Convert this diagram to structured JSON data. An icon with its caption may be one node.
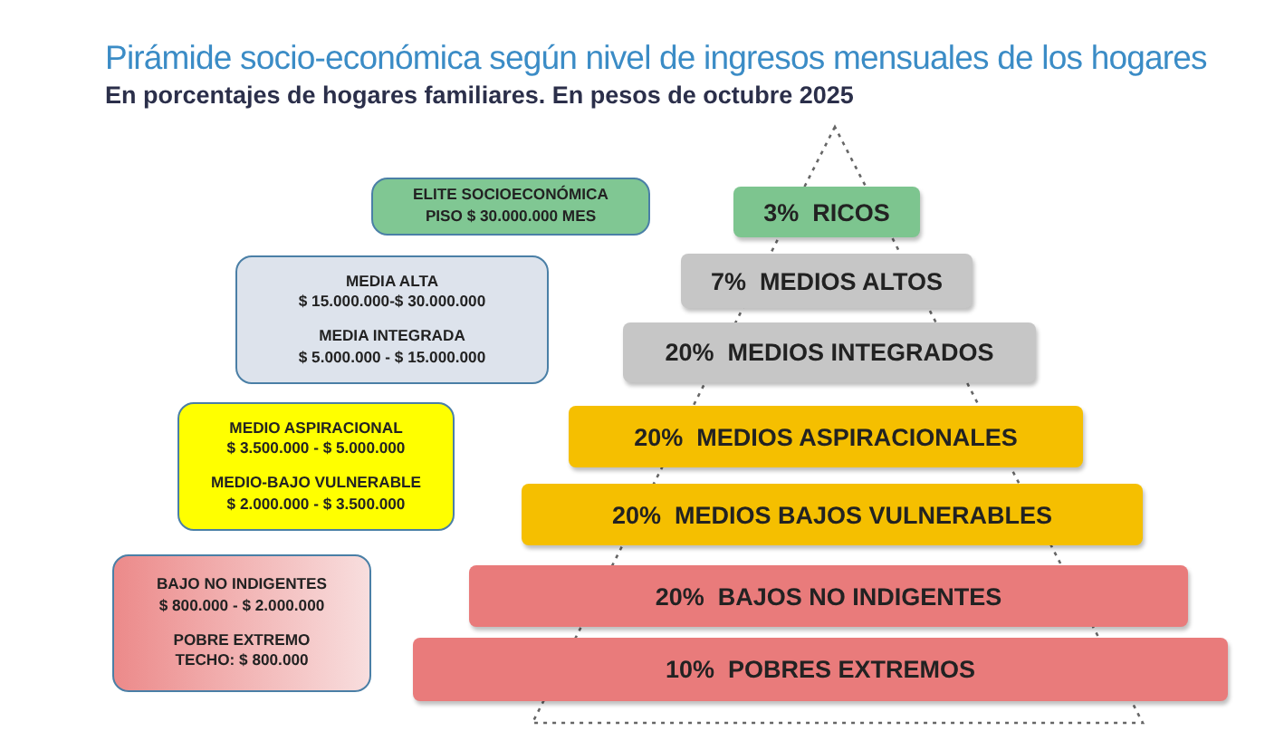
{
  "diagram": {
    "title": "Pirámide socio-económica según nivel de ingresos mensuales de los hogares",
    "nodes": [
      {
        "text": [
          "ELITE SOCIOECONÓMICA",
          "PISO $ 30.000.000 MES"
        ]
      },
      {
        "text": [
          "MEDIA ALTA",
          "$ 15.000.000-$ 30.000.000",
          "MEDIA INTEGRADA",
          "$ 5.000.000 - $ 15.000.000"
        ]
      },
      {
        "text": [
          "MEDIO ASPIRACIONAL",
          "$ 3.500.000 - $ 5.000.000",
          "MEDIO-BAJO VULNERABLE",
          "$ 2.000.000 - $ 3.500.000"
        ]
      },
      {
        "text": [
          "BAJO NO INDIGENTES",
          "$ 800.000 - $ 2.000.000",
          "POBRE EXTREMO",
          "TECHO: $ 800.000"
        ]
      },
      {
        "text": [
          "3%  RICOS"
        ]
      },
      {
        "text": [
          "7%  MEDIOS ALTOS"
        ]
      },
      {
        "text": [
          "20%  MEDIOS INTEGRADOS"
        ]
      },
      {
        "text": [
          "20%  MEDIOS ASPIRACIONALES"
        ]
      },
      {
        "text": [
          "20%  MEDIOS BAJOS VULNERABLES"
        ]
      },
      {
        "text": [
          "20%  BAJOS NO INDIGENTES"
        ]
      },
      {
        "text": [
          "10%  POBRES EXTREMOS"
        ]
      }
    ],
    "labels": [
      "En porcentajes de hogares familiares. En pesos de octubre 2025"
    ]
  }
}
